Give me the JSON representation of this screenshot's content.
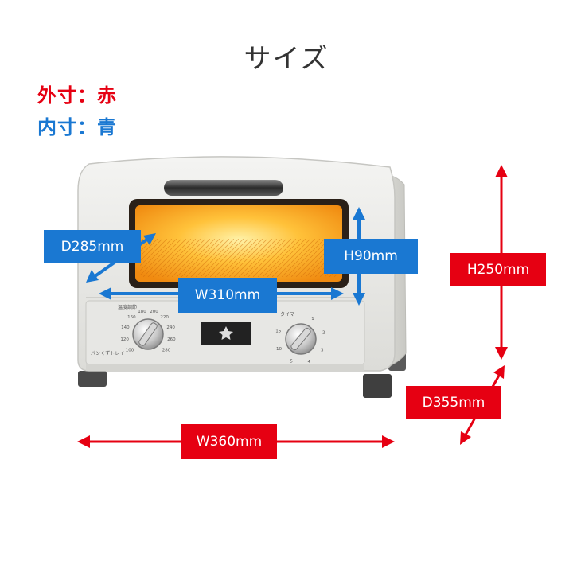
{
  "title": "サイズ",
  "legend": {
    "outer": "外寸：赤",
    "inner": "内寸：青"
  },
  "colors": {
    "outer": "#e60012",
    "inner": "#1a78d2",
    "oven_body": "#ededeb",
    "glow": "#ffb01f"
  },
  "dimensions": {
    "outer_height": "H250mm",
    "outer_depth": "D355mm",
    "outer_width": "W360mm",
    "inner_depth": "D285mm",
    "inner_height": "H90mm",
    "inner_width": "W310mm"
  },
  "oven": {
    "temp_label": "温度調節",
    "temp_ticks": [
      "100",
      "120",
      "140",
      "160",
      "180",
      "200",
      "220",
      "240",
      "260",
      "280"
    ],
    "timer_label": "タイマー",
    "timer_ticks": [
      "1",
      "2",
      "3",
      "4",
      "5",
      "10",
      "15"
    ],
    "bottom_left_note": "パンくずトレイ"
  }
}
